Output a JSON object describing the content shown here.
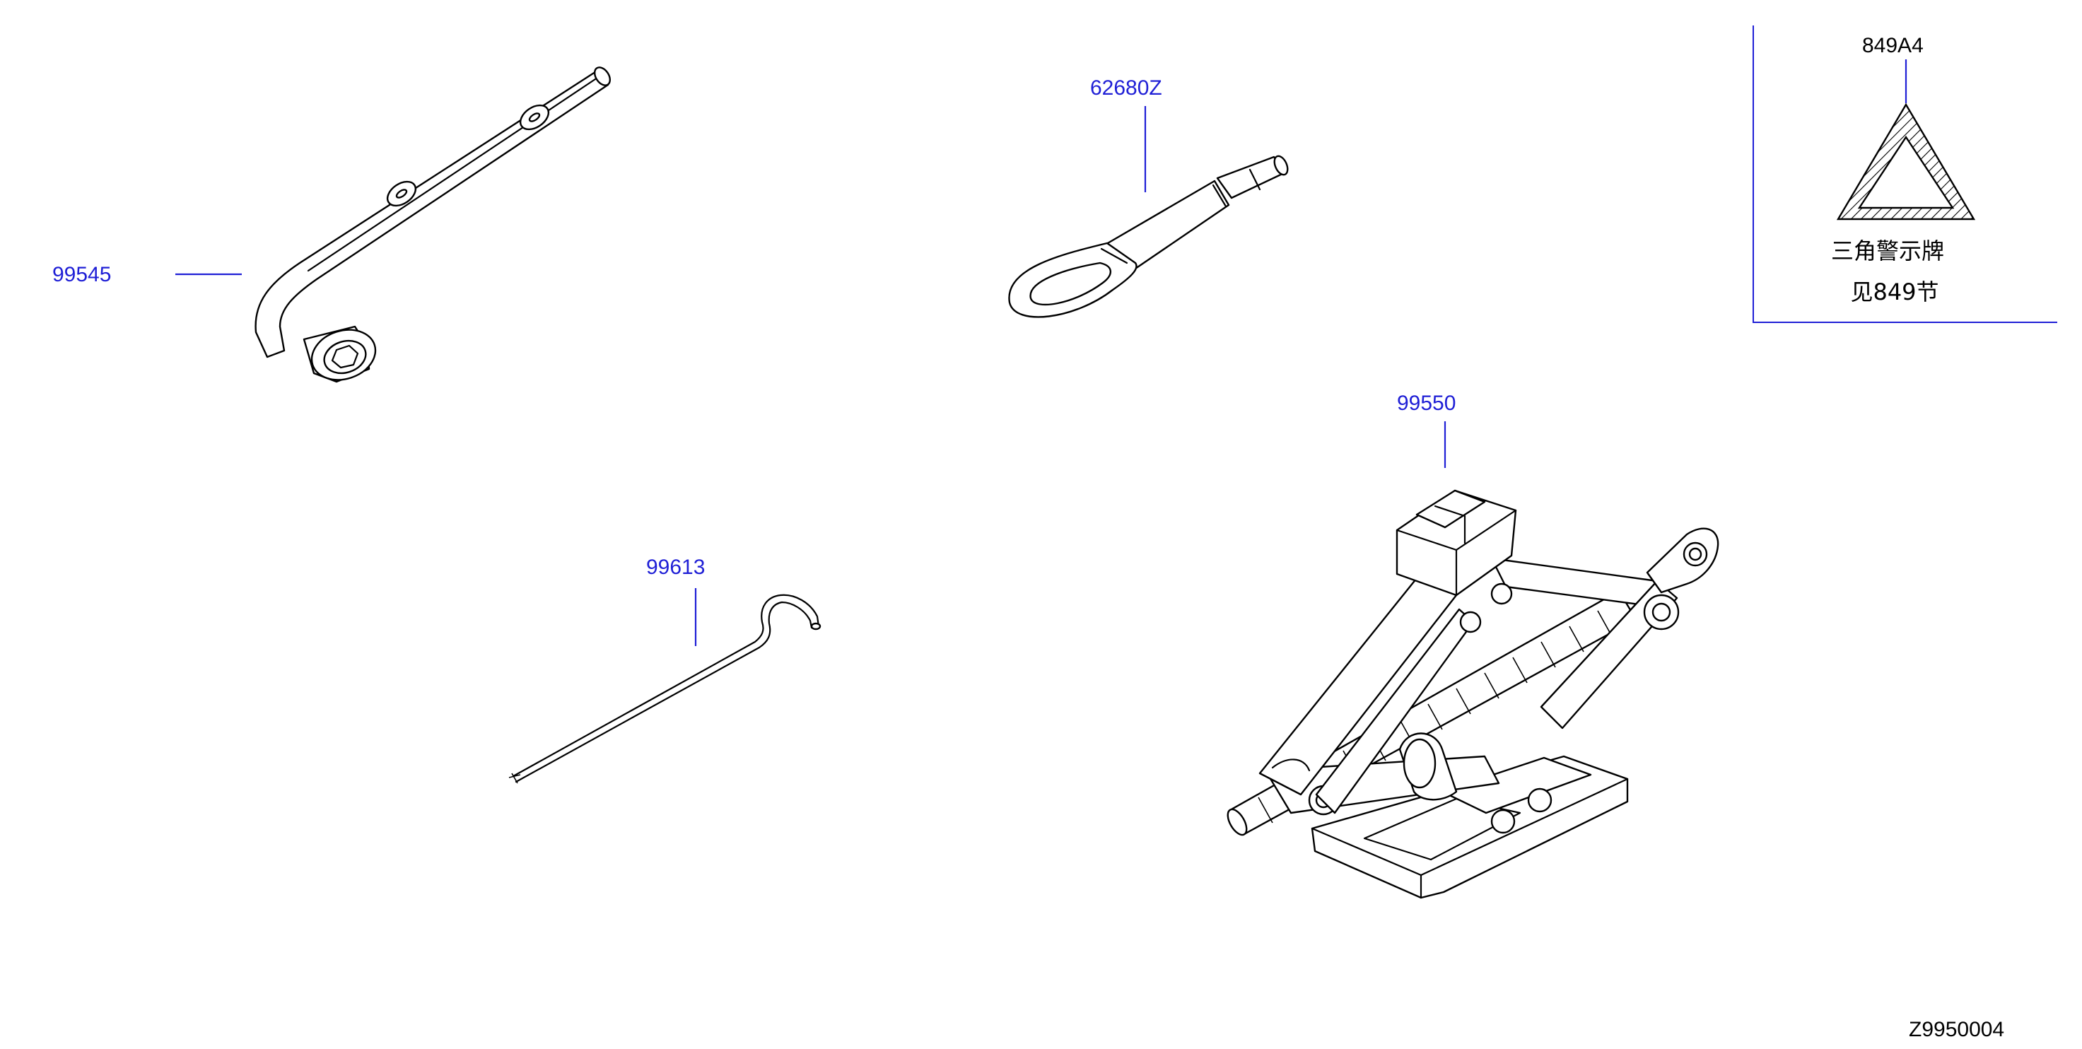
{
  "callouts": {
    "wrench": "99545",
    "tow_hook": "62680Z",
    "jack_handle": "99613",
    "jack": "99550",
    "warning_triangle": "849A4"
  },
  "inset": {
    "description_line1": "三角警示牌",
    "description_line2": "见849节"
  },
  "diagram_code": "Z9950004",
  "colors": {
    "callout_text": "#1f1fd6",
    "leader_line": "#1f1fd6",
    "drawing": "#000000",
    "background": "#ffffff"
  }
}
